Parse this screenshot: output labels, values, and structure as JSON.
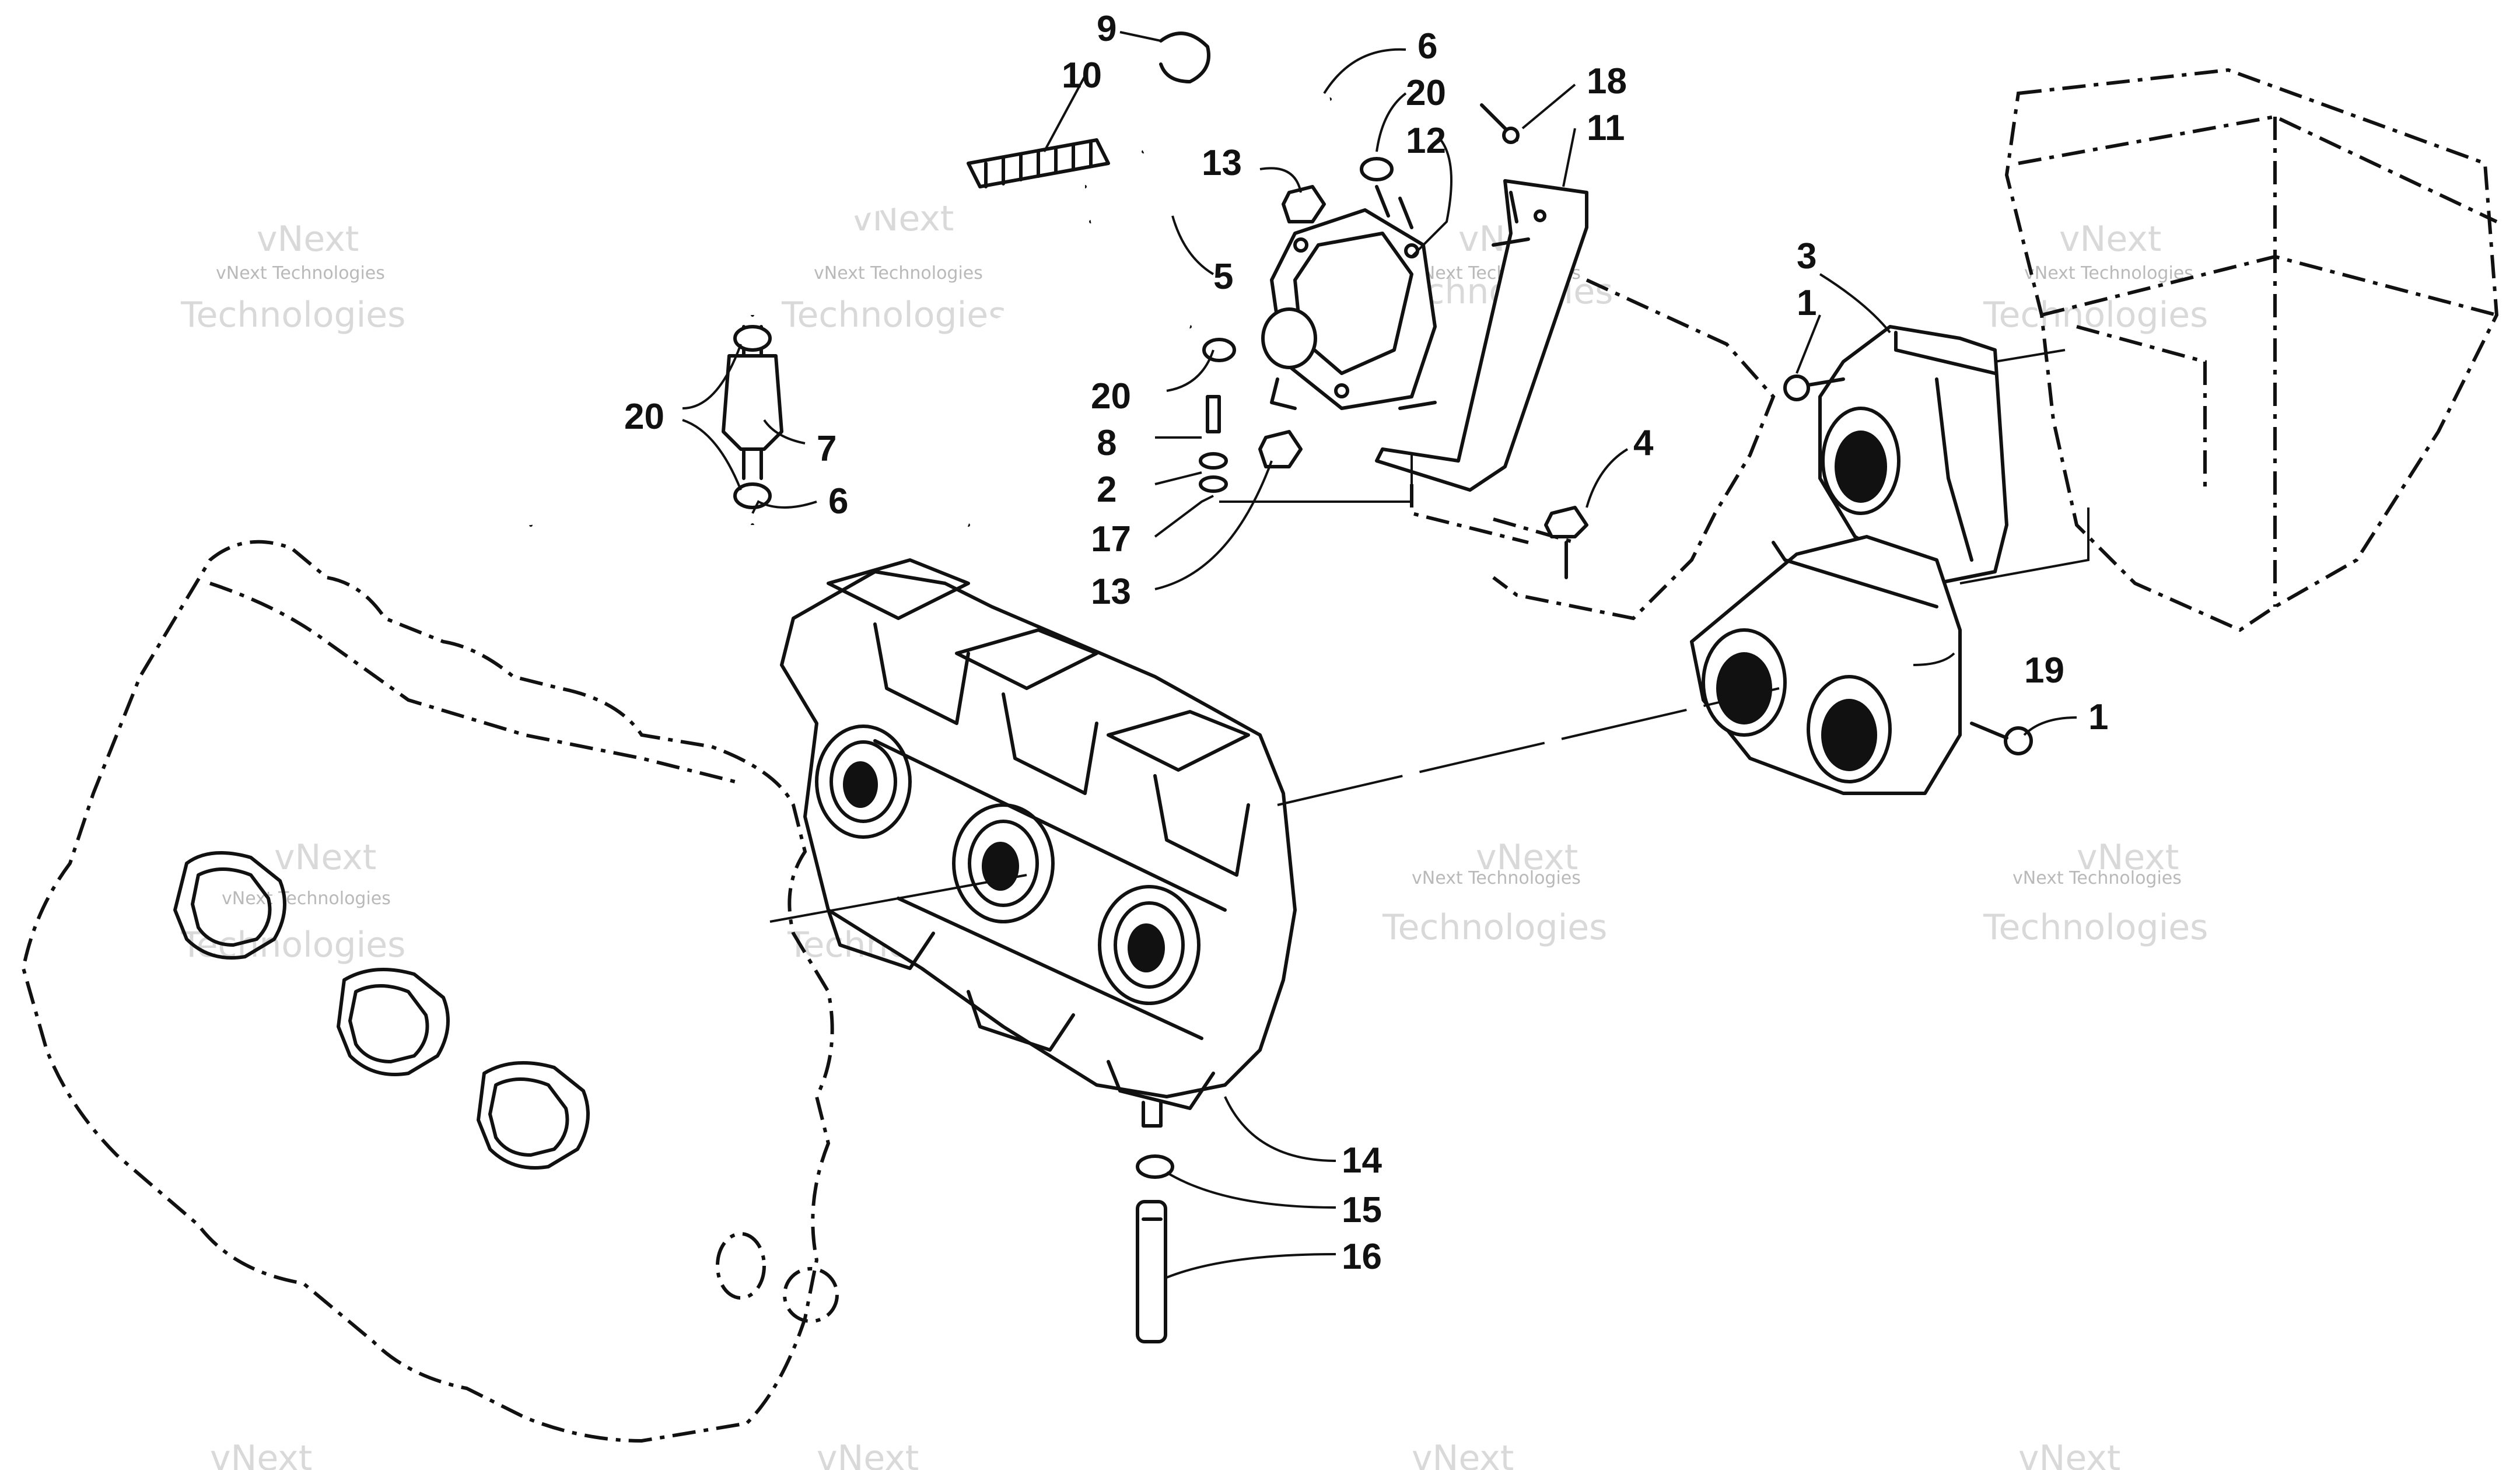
{
  "callouts": [
    {
      "id": "c9",
      "label": "9"
    },
    {
      "id": "c10",
      "label": "10"
    },
    {
      "id": "c6a",
      "label": "6"
    },
    {
      "id": "c20a",
      "label": "20"
    },
    {
      "id": "c12",
      "label": "12"
    },
    {
      "id": "c18",
      "label": "18"
    },
    {
      "id": "c11",
      "label": "11"
    },
    {
      "id": "c13a",
      "label": "13"
    },
    {
      "id": "c5",
      "label": "5"
    },
    {
      "id": "c20b",
      "label": "20"
    },
    {
      "id": "c8",
      "label": "8"
    },
    {
      "id": "c2",
      "label": "2"
    },
    {
      "id": "c17",
      "label": "17"
    },
    {
      "id": "c13b",
      "label": "13"
    },
    {
      "id": "c20c",
      "label": "20"
    },
    {
      "id": "c7",
      "label": "7"
    },
    {
      "id": "c6b",
      "label": "6"
    },
    {
      "id": "c3",
      "label": "3"
    },
    {
      "id": "c1a",
      "label": "1"
    },
    {
      "id": "c4",
      "label": "4"
    },
    {
      "id": "c19",
      "label": "19"
    },
    {
      "id": "c1b",
      "label": "1"
    },
    {
      "id": "c14",
      "label": "14"
    },
    {
      "id": "c15",
      "label": "15"
    },
    {
      "id": "c16",
      "label": "16"
    }
  ],
  "watermark": {
    "line1": "vNext Technologies",
    "line2": "vNext",
    "line3": "Technologies"
  }
}
